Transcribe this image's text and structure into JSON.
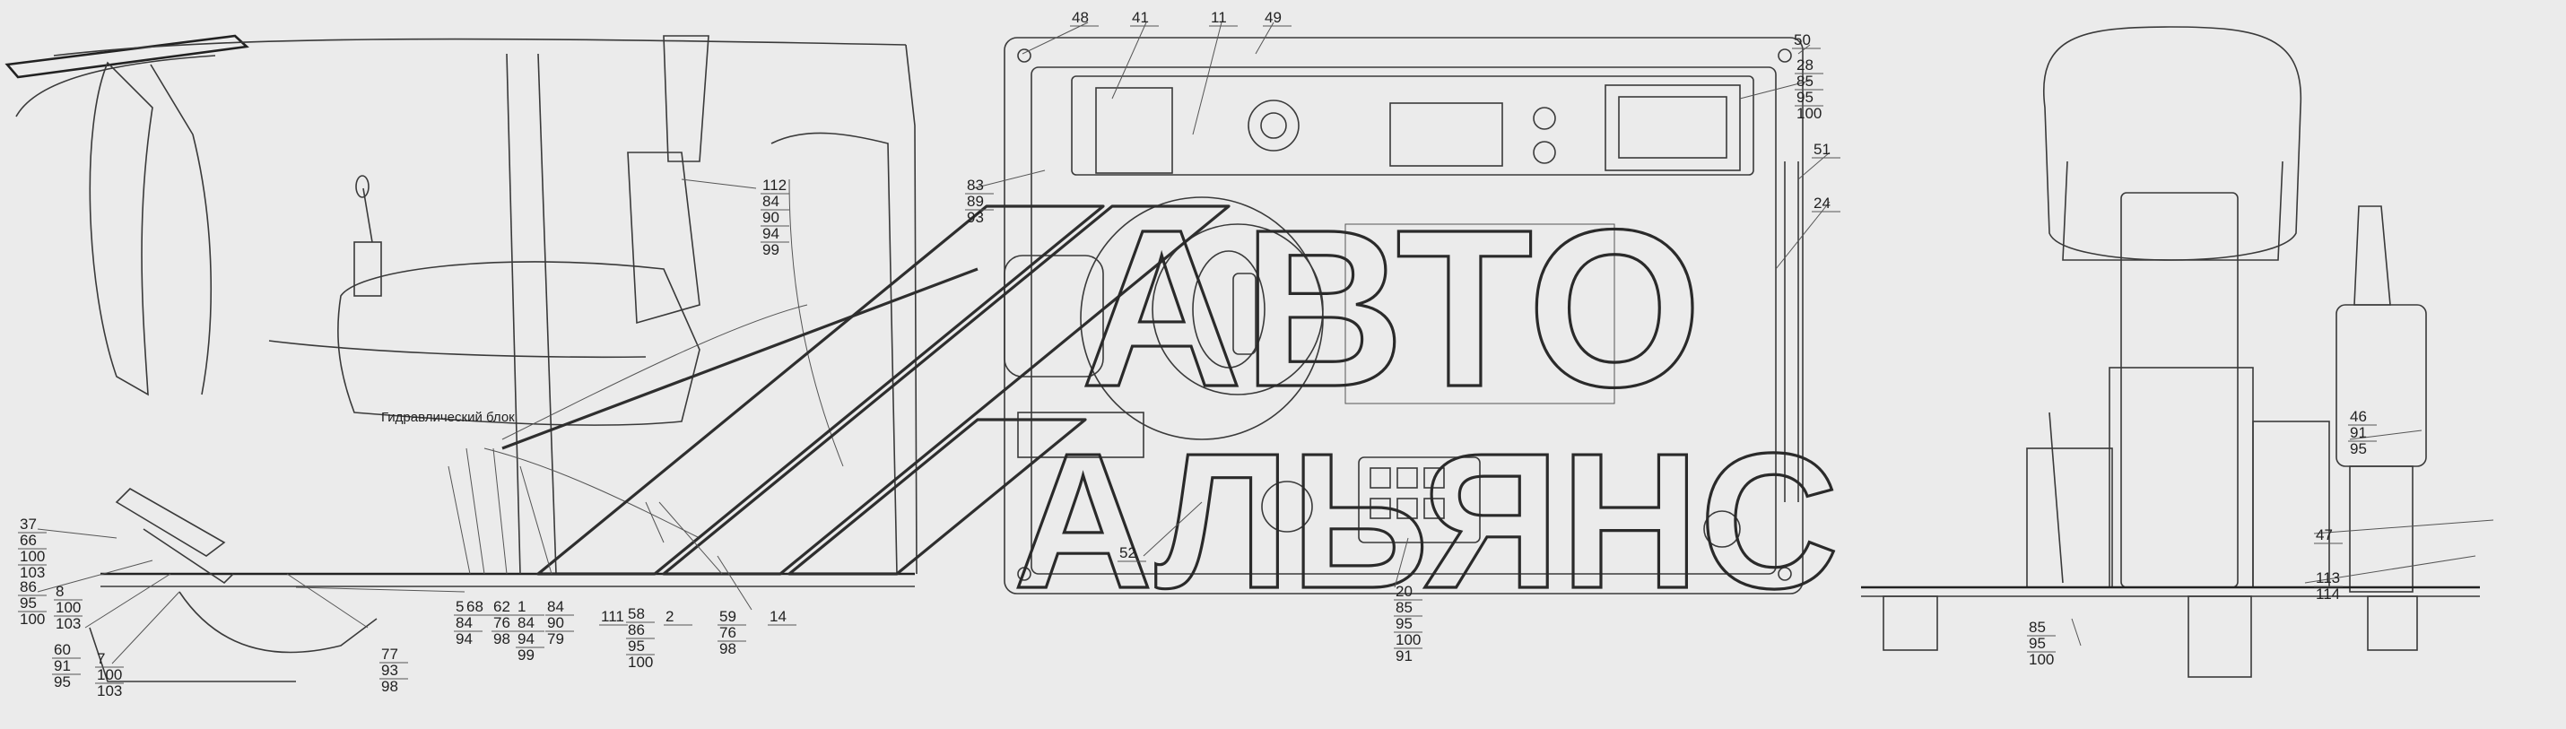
{
  "caption": "Гидравлический блок",
  "watermark": {
    "line1": "АВТО",
    "line2": "АЛЬЯНС"
  },
  "callouts": [
    {
      "id": "c37",
      "lines": [
        "37",
        "66",
        "100",
        "103"
      ]
    },
    {
      "id": "c86",
      "lines": [
        "86",
        "95",
        "100"
      ]
    },
    {
      "id": "c8",
      "lines": [
        "8",
        "100",
        "103"
      ]
    },
    {
      "id": "c60",
      "lines": [
        "60",
        "91",
        "95"
      ]
    },
    {
      "id": "c7",
      "lines": [
        "7",
        "100",
        "103"
      ]
    },
    {
      "id": "c77",
      "lines": [
        "77",
        "93",
        "98"
      ]
    },
    {
      "id": "c5",
      "lines": [
        "5",
        "84",
        "94"
      ]
    },
    {
      "id": "c68",
      "lines": [
        "68"
      ]
    },
    {
      "id": "c62",
      "lines": [
        "62",
        "76",
        "98"
      ]
    },
    {
      "id": "c1",
      "lines": [
        "1",
        "84",
        "94",
        "99"
      ]
    },
    {
      "id": "c84",
      "lines": [
        "84",
        "90",
        "79"
      ]
    },
    {
      "id": "c111",
      "lines": [
        "111"
      ]
    },
    {
      "id": "c58",
      "lines": [
        "58",
        "86",
        "95",
        "100"
      ]
    },
    {
      "id": "c2",
      "lines": [
        "2"
      ]
    },
    {
      "id": "c59",
      "lines": [
        "59",
        "76",
        "98"
      ]
    },
    {
      "id": "c14",
      "lines": [
        "14"
      ]
    },
    {
      "id": "c112",
      "lines": [
        "112",
        "84",
        "90",
        "94",
        "99"
      ]
    },
    {
      "id": "c83",
      "lines": [
        "83",
        "89",
        "93"
      ]
    },
    {
      "id": "c48",
      "lines": [
        "48"
      ]
    },
    {
      "id": "c41",
      "lines": [
        "41"
      ]
    },
    {
      "id": "c11",
      "lines": [
        "11"
      ]
    },
    {
      "id": "c49",
      "lines": [
        "49"
      ]
    },
    {
      "id": "c50",
      "lines": [
        "50"
      ]
    },
    {
      "id": "c28",
      "lines": [
        "28",
        "85",
        "95",
        "100"
      ]
    },
    {
      "id": "c51",
      "lines": [
        "51"
      ]
    },
    {
      "id": "c24",
      "lines": [
        "24"
      ]
    },
    {
      "id": "c52",
      "lines": [
        "52"
      ]
    },
    {
      "id": "c20",
      "lines": [
        "20",
        "85",
        "95",
        "100",
        "91"
      ]
    },
    {
      "id": "c46",
      "lines": [
        "46",
        "91",
        "95"
      ]
    },
    {
      "id": "c47",
      "lines": [
        "47"
      ]
    },
    {
      "id": "c113",
      "lines": [
        "113",
        "114"
      ]
    },
    {
      "id": "c85b",
      "lines": [
        "85",
        "95",
        "100"
      ]
    }
  ]
}
